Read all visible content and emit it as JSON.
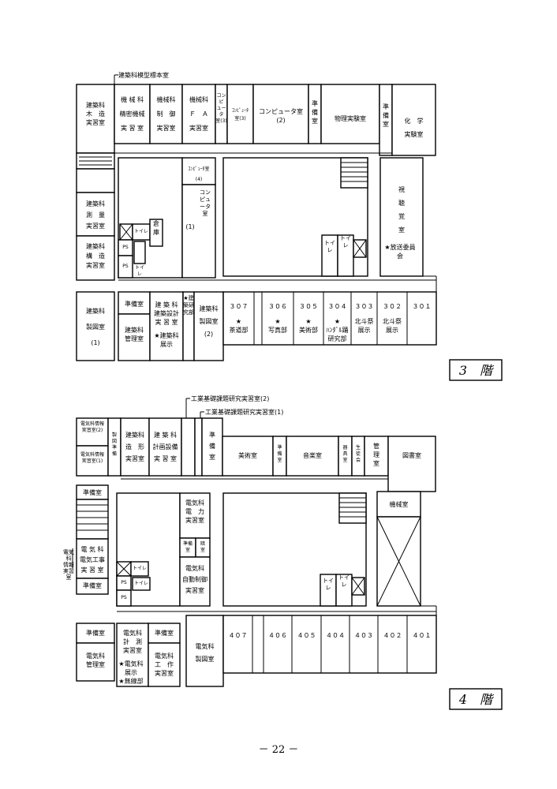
{
  "floor3": {
    "label": "3　階",
    "callout_top": "建築科模型標本室",
    "rooms": {
      "r01": "建築科\n木　造\n実習室",
      "r02": "機 械 科\n精密機械\n実 習 室",
      "r03": "機械科\n制　御\n実習室",
      "r04": "機械科\nＦ　Ａ\n実習室",
      "r05": "コンピ\nュータ\n室(3)",
      "r06": "ｺﾝﾋﾟｭｰﾀ\n室(3)",
      "r07": "コンピュータ室\n(2)",
      "r08": "準\n備\n室",
      "r09": "物理実験室",
      "r10": "準\n備\n室",
      "r11": "化　学\n実験室",
      "r12": "ｺﾝﾋﾟｭｰﾀ室\n(4)",
      "r13": "(1)",
      "r14": "コンピュータ室",
      "r15": "建築科\n測　量\n実習室",
      "r16": "建築科\n構　造\n実習室",
      "r17": "倉\n庫",
      "r18": "トイレ",
      "r19": "トイレ",
      "r20": "トイレ",
      "r21": "トイレ",
      "r22": "視\n聴\n覚\n室",
      "r23": "★放送委員会",
      "r24": "建築科\n製図室\n(1)",
      "r25": "準備室",
      "r26": "建築科\n管理室",
      "r27": "建 築 科\n建築設計\n実 習 室",
      "r28": "★建築科\n展示",
      "r29": "★建築研究部",
      "r30": "建築科\n製図室\n(2)",
      "ps1": "PS",
      "ps2": "PS"
    },
    "classrooms": [
      {
        "num": "３０７",
        "club": "★\n茶道部"
      },
      {
        "num": "３０６",
        "club": "★\n写真部"
      },
      {
        "num": "３０５",
        "club": "★\n美術部"
      },
      {
        "num": "３０４",
        "club": "★\nﾊﾝﾀﾞﾙ踊\n研究部"
      },
      {
        "num": "３０３",
        "club": "北斗祭\n展示"
      },
      {
        "num": "３０２",
        "club": "北斗祭\n展示"
      },
      {
        "num": "３０１",
        "club": ""
      }
    ]
  },
  "floor4": {
    "label": "4　階",
    "callout_a": "工業基礎課題研究実習室(2)",
    "callout_b": "工業基礎課題研究実習室(1)",
    "rooms": {
      "q01": "電気科情報\n実習室(2)",
      "q02": "電気科情報\n実習室(1)",
      "q03": "製\n図\n準\n備",
      "q04": "建築科\n造　形\n実習室",
      "q05": "建 築 科\n計画設備\n実 習 室",
      "q06": "準\n備\n室",
      "q07": "美術室",
      "q08": "準\n備\n室",
      "q09": "音楽室",
      "q10": "器\n具\n室",
      "q11": "生\n徒\n会",
      "q12": "管\n理\n室",
      "q13": "図書室",
      "q14": "準備室",
      "q15": "電気科\n電　力\n実習室",
      "q16": "準備\n室",
      "q17": "暗\n室",
      "q18": "機械室",
      "q19": "電 気 科\n電気工事\n実 習 室",
      "q20": "電気科\n情報実習室",
      "q21": "電気科\n自動制御\n実習室",
      "q22": "準備室",
      "q23": "トイレ",
      "q24": "トイレ",
      "q25": "トイレ",
      "q26": "トイレ",
      "q27": "準備室",
      "q28": "電気科\n管理室",
      "q29": "電気科\n計　測\n実習室",
      "q30": "★電気科\n展示\n★無線部",
      "q31": "準備室",
      "q32": "電気科\n工　作\n実習室",
      "q33": "電気科\n製図室",
      "ps1": "PS",
      "ps2": "PS"
    },
    "classrooms": [
      "４０７",
      "４０６",
      "４０５",
      "４０４",
      "４０３",
      "４０２",
      "４０１"
    ]
  },
  "page_number": "－ 22 －"
}
